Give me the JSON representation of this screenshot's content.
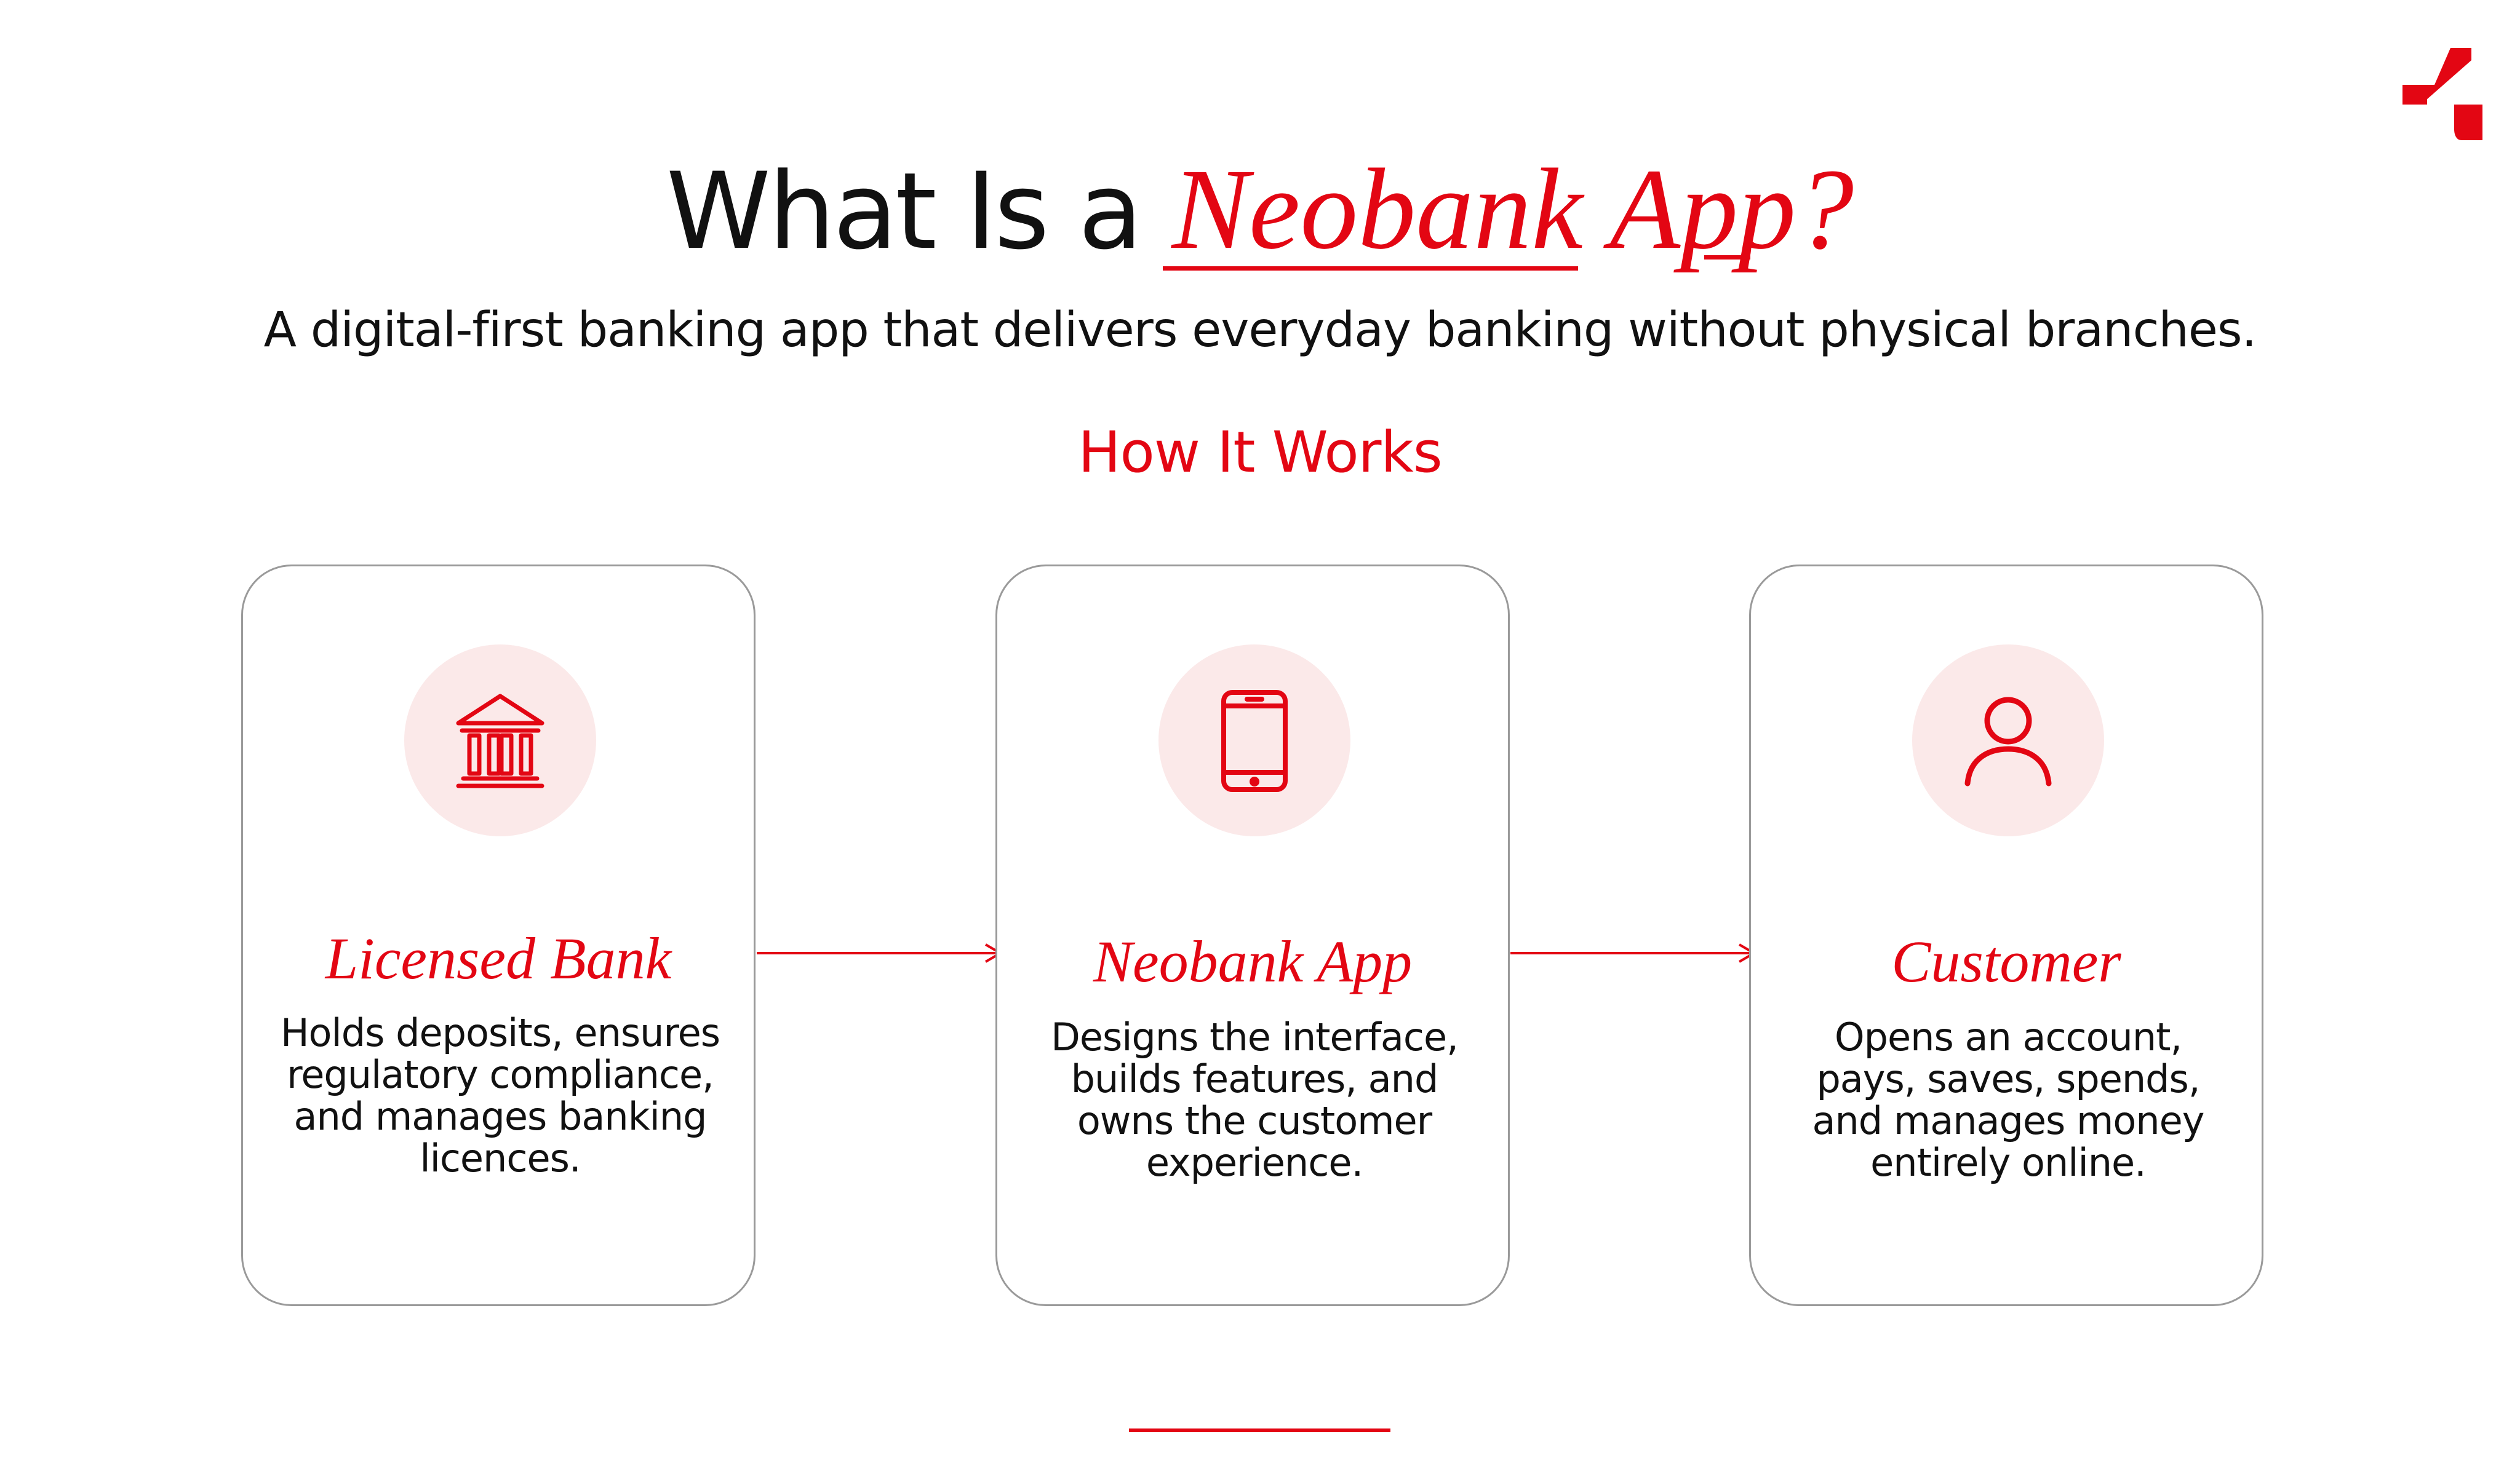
{
  "colors": {
    "accent": "#e30613",
    "text": "#111111",
    "icon_bg": "#fbe9e9",
    "card_border": "#9a9a9a",
    "background": "#ffffff"
  },
  "logo": {
    "icon": "brand-logo-mark"
  },
  "header": {
    "title_plain": "What Is a ",
    "title_accent": "Neobank App?",
    "subtitle": "A digital-first banking app that delivers everyday banking without physical branches."
  },
  "section": {
    "heading": "How It Works"
  },
  "steps": [
    {
      "icon": "bank-icon",
      "title": "Licensed Bank",
      "description": "Holds deposits, ensures regulatory compliance, and manages banking licences."
    },
    {
      "icon": "smartphone-icon",
      "title": "Neobank App",
      "description": "Designs the interface, builds features, and owns the customer experience."
    },
    {
      "icon": "user-icon",
      "title": "Customer",
      "description": "Opens an account, pays, saves, spends, and manages money entirely online."
    }
  ],
  "connectors": [
    {
      "from": "Licensed Bank",
      "to": "Neobank App",
      "icon": "arrow-right-icon"
    },
    {
      "from": "Neobank App",
      "to": "Customer",
      "icon": "arrow-right-icon"
    }
  ]
}
